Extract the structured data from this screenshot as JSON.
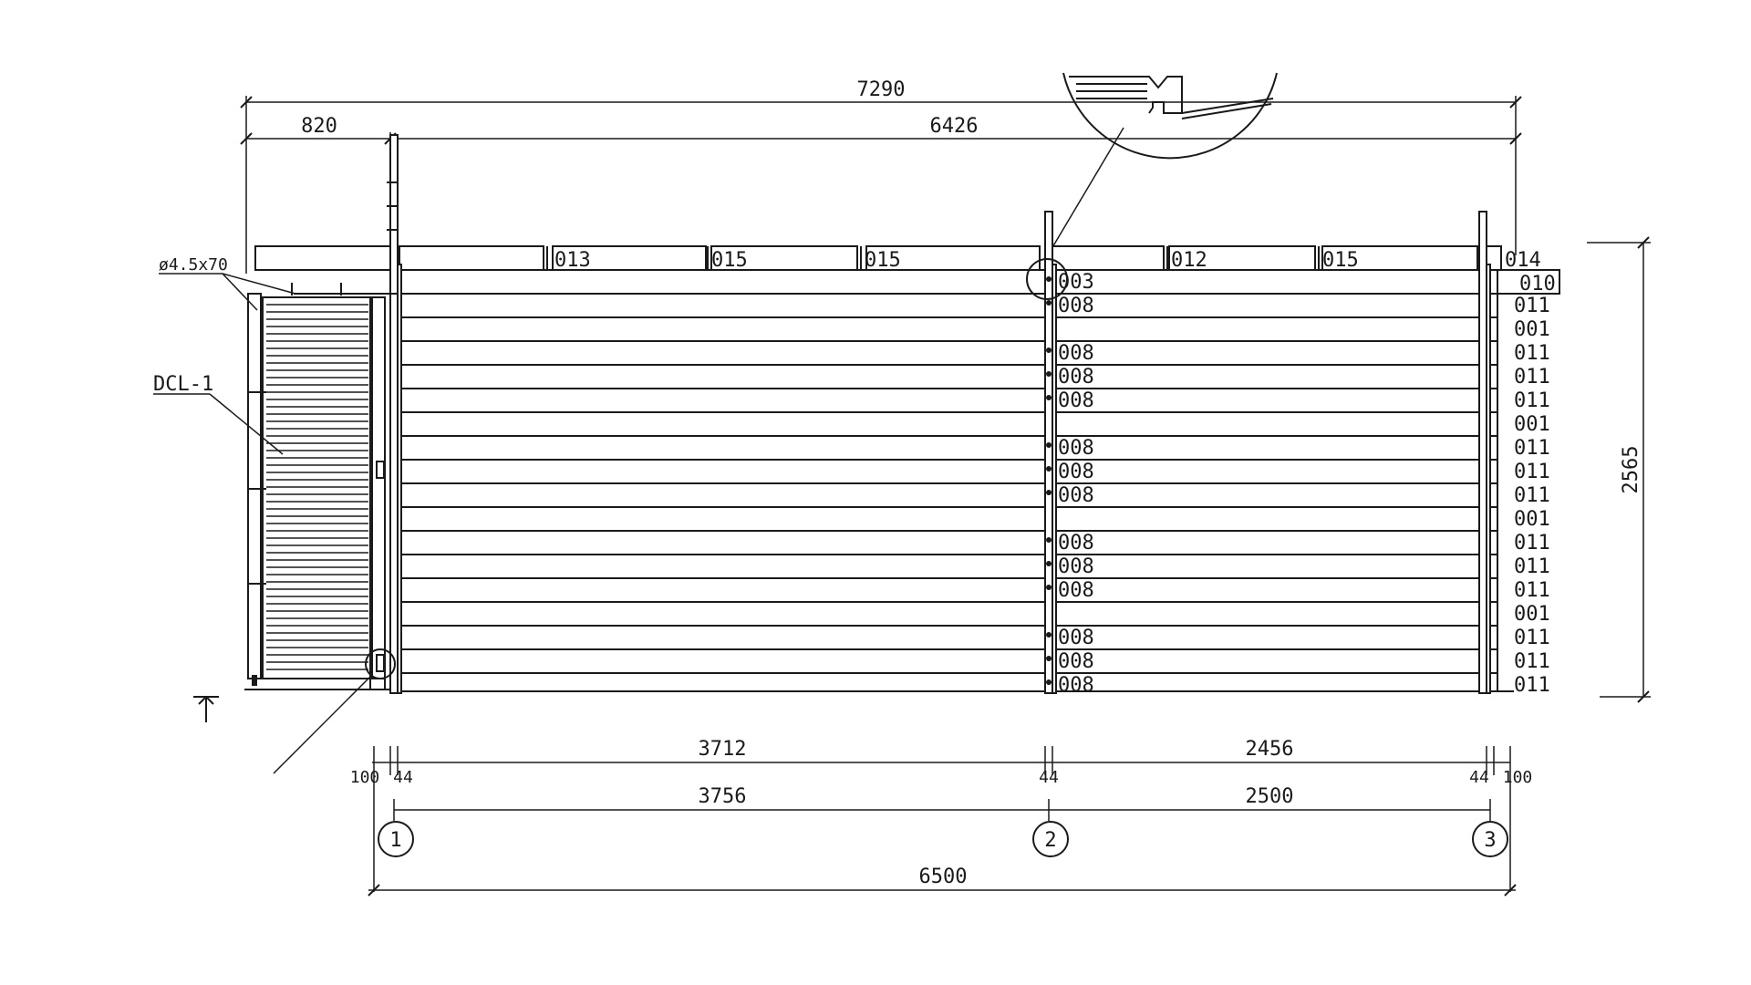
{
  "dimensions": {
    "overall_width": "7290",
    "left_width": "820",
    "main_width": "6426",
    "height": "2565",
    "span1_inner": "3712",
    "span2_inner": "2456",
    "edge_left": "100",
    "edge_right": "100",
    "post_left": "44",
    "post_mid": "44",
    "post_right": "44",
    "span1": "3756",
    "span2": "2500",
    "total": "6500"
  },
  "grid_axes": [
    "1",
    "2",
    "3"
  ],
  "callouts": {
    "screw": "ø4.5x70",
    "door": "DCL-1"
  },
  "top_boards": [
    "013",
    "015",
    "015",
    "012",
    "015"
  ],
  "top_right_labels": [
    "014",
    "010"
  ],
  "middle_labels": [
    "003",
    "008",
    "",
    "008",
    "008",
    "008",
    "",
    "008",
    "008",
    "008",
    "",
    "008",
    "008",
    "008",
    "",
    "008",
    "008",
    "008"
  ],
  "right_labels": [
    "011",
    "001",
    "011",
    "011",
    "011",
    "001",
    "011",
    "011",
    "011",
    "001",
    "011",
    "011",
    "011",
    "001",
    "011",
    "011",
    "011"
  ]
}
